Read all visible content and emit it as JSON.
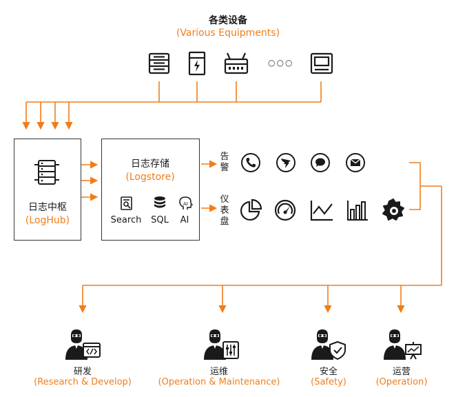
{
  "devices": {
    "title": "各类设备",
    "subtitle": "(Various Equipments)",
    "ellipsis": "○○○",
    "icons": [
      "server-rack-icon",
      "power-cabinet-icon",
      "router-icon",
      "monitor-icon"
    ]
  },
  "loghub": {
    "title": "日志中枢",
    "subtitle": "(LogHub)",
    "icon": "server-stack-icon"
  },
  "logstore": {
    "title": "日志存储",
    "subtitle": "(Logstore)",
    "features": [
      {
        "label": "Search",
        "icon": "search-doc-icon"
      },
      {
        "label": "SQL",
        "icon": "database-icon"
      },
      {
        "label": "AI",
        "icon": "ai-head-icon"
      }
    ]
  },
  "alarm": {
    "label": "告警",
    "channels": [
      "phone-icon",
      "dingtalk-icon",
      "chat-bubble-icon",
      "mail-icon"
    ]
  },
  "dashboard": {
    "label": "仪表盘",
    "charts": [
      "pie-chart-icon",
      "gauge-icon",
      "line-chart-icon",
      "bar-chart-icon",
      "grafana-icon"
    ]
  },
  "roles": [
    {
      "title": "研发",
      "subtitle": "(Research & Develop)",
      "icon": "developer-code-icon"
    },
    {
      "title": "运维",
      "subtitle": "(Operation & Maintenance)",
      "icon": "operator-sliders-icon"
    },
    {
      "title": "安全",
      "subtitle": "(Safety)",
      "icon": "security-shield-icon"
    },
    {
      "title": "运营",
      "subtitle": "(Operation)",
      "icon": "presentation-board-icon"
    }
  ],
  "colors": {
    "accent": "#f07d1a",
    "ink": "#1a1a1a"
  }
}
